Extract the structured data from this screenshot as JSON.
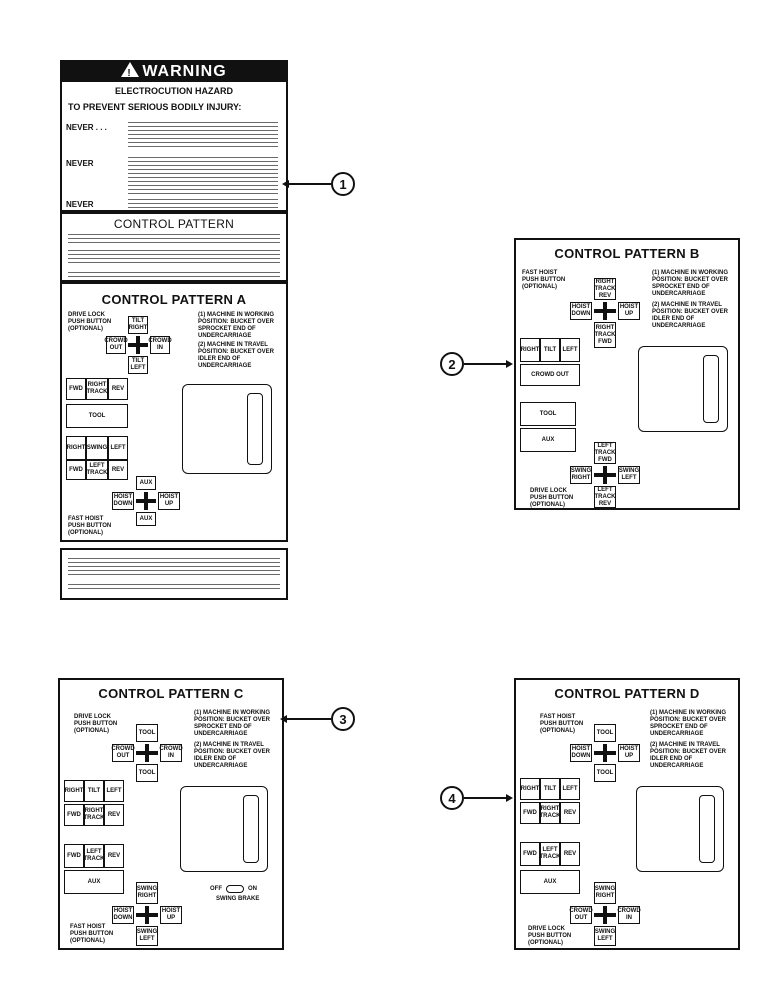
{
  "warning_decal": {
    "header": "WARNING",
    "hazard": "ELECTROCUTION HAZARD",
    "subheading": "TO PREVENT SERIOUS BODILY INJURY:",
    "never_labels": [
      "NEVER . . .",
      "NEVER",
      "NEVER"
    ]
  },
  "pattern_notice": {
    "title": "CONTROL PATTERN"
  },
  "patterns": {
    "a": {
      "title": "CONTROL PATTERN A",
      "notes": [
        "(1) MACHINE IN WORKING POSITION: BUCKET OVER SPROCKET END OF UNDERCARRIAGE",
        "(2) MACHINE IN TRAVEL POSITION: BUCKET OVER IDLER END OF UNDERCARRIAGE"
      ],
      "drive_lock": "DRIVE LOCK PUSH BUTTON (OPTIONAL)",
      "fast_hoist": "FAST HOIST PUSH BUTTON (OPTIONAL)"
    },
    "b": {
      "title": "CONTROL PATTERN B",
      "notes": [
        "(1) MACHINE IN WORKING POSITION: BUCKET OVER SPROCKET END OF UNDERCARRIAGE",
        "(2) MACHINE IN TRAVEL POSITION: BUCKET OVER IDLER END OF UNDERCARRIAGE"
      ],
      "fast_hoist": "FAST HOIST PUSH BUTTON (OPTIONAL)",
      "drive_lock": "DRIVE LOCK PUSH BUTTON (OPTIONAL)"
    },
    "c": {
      "title": "CONTROL PATTERN C",
      "notes": [
        "(1) MACHINE IN WORKING POSITION: BUCKET OVER SPROCKET END OF UNDERCARRIAGE",
        "(2) MACHINE IN TRAVEL POSITION: BUCKET OVER IDLER END OF UNDERCARRIAGE"
      ],
      "drive_lock": "DRIVE LOCK PUSH BUTTON (OPTIONAL)",
      "fast_hoist": "FAST HOIST PUSH BUTTON (OPTIONAL)",
      "swing_brake": "SWING BRAKE"
    },
    "d": {
      "title": "CONTROL PATTERN D",
      "notes": [
        "(1) MACHINE IN WORKING POSITION: BUCKET OVER SPROCKET END OF UNDERCARRIAGE",
        "(2) MACHINE IN TRAVEL POSITION: BUCKET OVER IDLER END OF UNDERCARRIAGE"
      ],
      "fast_hoist": "FAST HOIST PUSH BUTTON (OPTIONAL)",
      "drive_lock": "DRIVE LOCK PUSH BUTTON (OPTIONAL)"
    }
  },
  "keys": {
    "tilt_right": "TILT RIGHT",
    "tilt_left": "TILT LEFT",
    "crowd_out": "CROWD OUT",
    "crowd_in": "CROWD IN",
    "hoist_down": "HOIST DOWN",
    "hoist_up": "HOIST UP",
    "aux": "AUX",
    "tool": "TOOL",
    "right_track_rev": "RIGHT TRACK REV",
    "right_track_fwd": "RIGHT TRACK FWD",
    "left_track_fwd": "LEFT TRACK FWD",
    "left_track_rev": "LEFT TRACK REV",
    "swing_right": "SWING RIGHT",
    "swing_left": "SWING LEFT",
    "fwd": "FWD",
    "rev": "REV",
    "right": "RIGHT",
    "left": "LEFT",
    "tilt": "TILT",
    "swing": "SWING",
    "right_track": "RIGHT TRACK",
    "left_track": "LEFT TRACK",
    "off": "OFF",
    "on": "ON"
  },
  "callouts": [
    "1",
    "2",
    "3",
    "4"
  ]
}
